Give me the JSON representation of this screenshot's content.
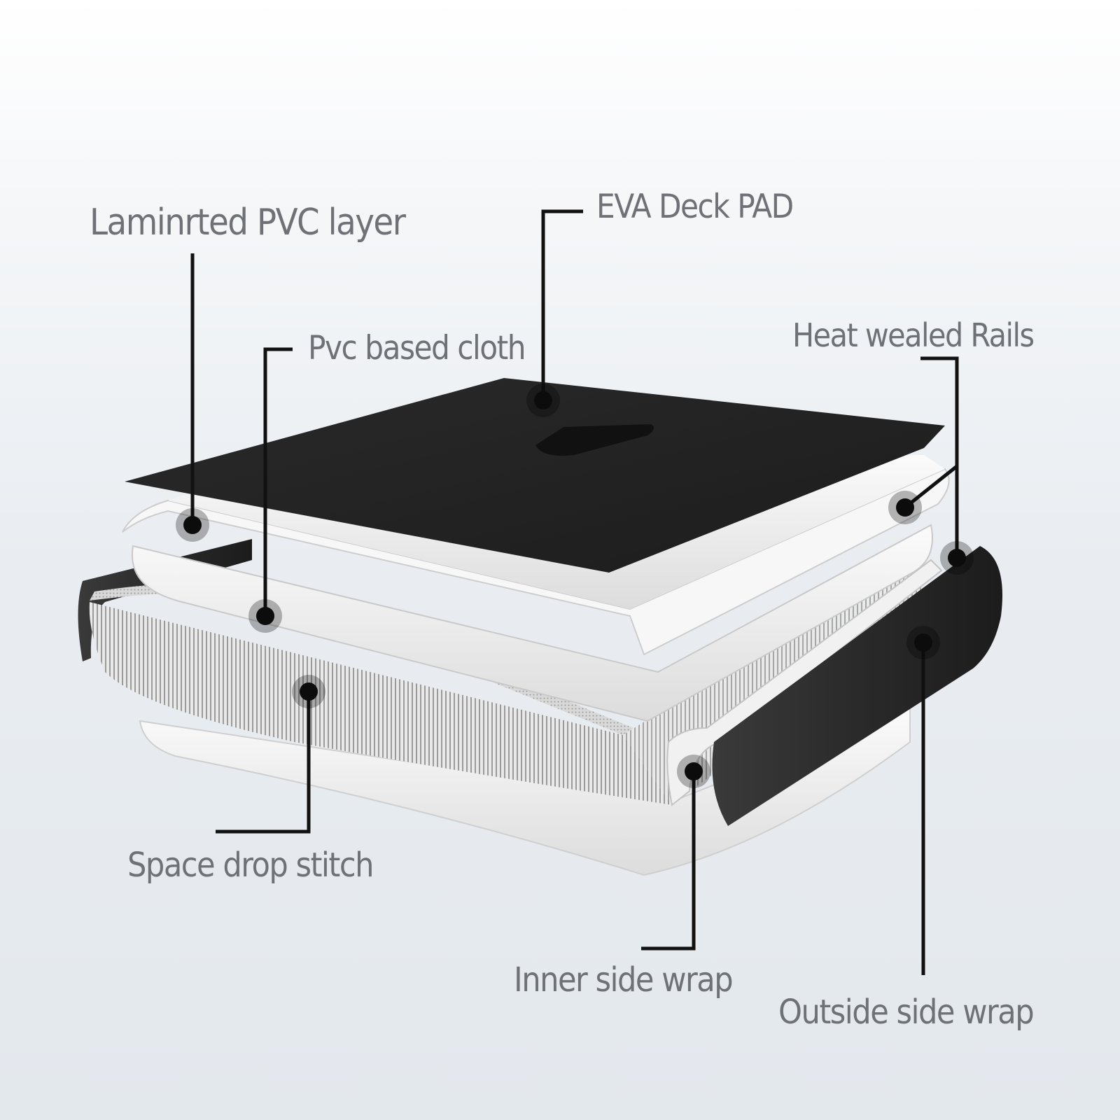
{
  "labels": {
    "laminated_pvc": "Laminrted PVC layer",
    "eva_deck_pad": "EVA Deck PAD",
    "pvc_based_cloth": "Pvc based cloth",
    "heat_welded_rails": "Heat wealed Rails",
    "space_drop_stitch": "Space drop stitch",
    "inner_side_wrap": "Inner side wrap",
    "outside_side_wrap": "Outside side wrap"
  },
  "colors": {
    "label_text": "#6e7175",
    "deck_pad": "#1f1f1f",
    "leader_line": "#111111",
    "pvc_sheet": "#f4f4f4",
    "side_wrap": "#2b2b2b"
  }
}
